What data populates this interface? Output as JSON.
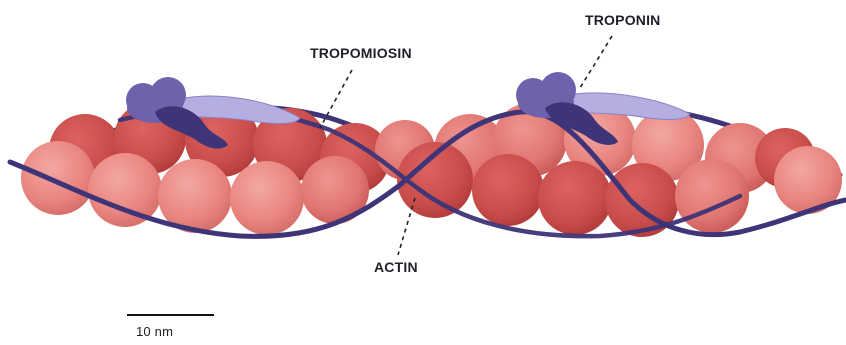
{
  "labels": {
    "tropomiosin": "TROPOMIOSIN",
    "troponin": "TROPONIN",
    "actin": "ACTIN",
    "scale_bar": "10 nm"
  },
  "colors": {
    "actin_light": "#ec8a85",
    "actin_mid": "#e0716c",
    "actin_dark": "#c84a48",
    "actin_shadow": "#b03a3a",
    "tropomyosin_strand": "#3e3477",
    "troponin_light": "#b4afe0",
    "troponin_mid": "#6f62ad",
    "troponin_dark": "#3e3477",
    "leader_line": "#222222",
    "label_text": "#1f1f2a"
  }
}
